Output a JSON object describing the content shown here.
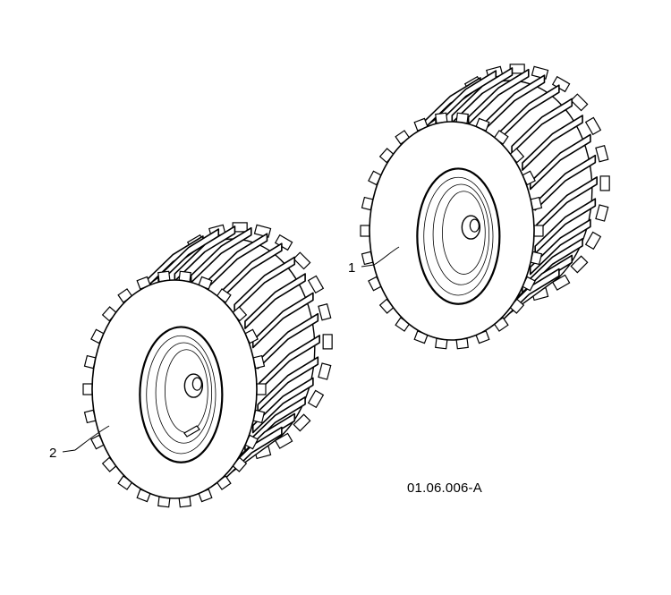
{
  "diagram": {
    "drawing_code": "01.06.006-A",
    "callouts": [
      {
        "id": "1",
        "label": "1",
        "part": "wheel-right"
      },
      {
        "id": "2",
        "label": "2",
        "part": "wheel-left"
      }
    ],
    "colors": {
      "line": "#000000",
      "fill": "#ffffff"
    }
  }
}
